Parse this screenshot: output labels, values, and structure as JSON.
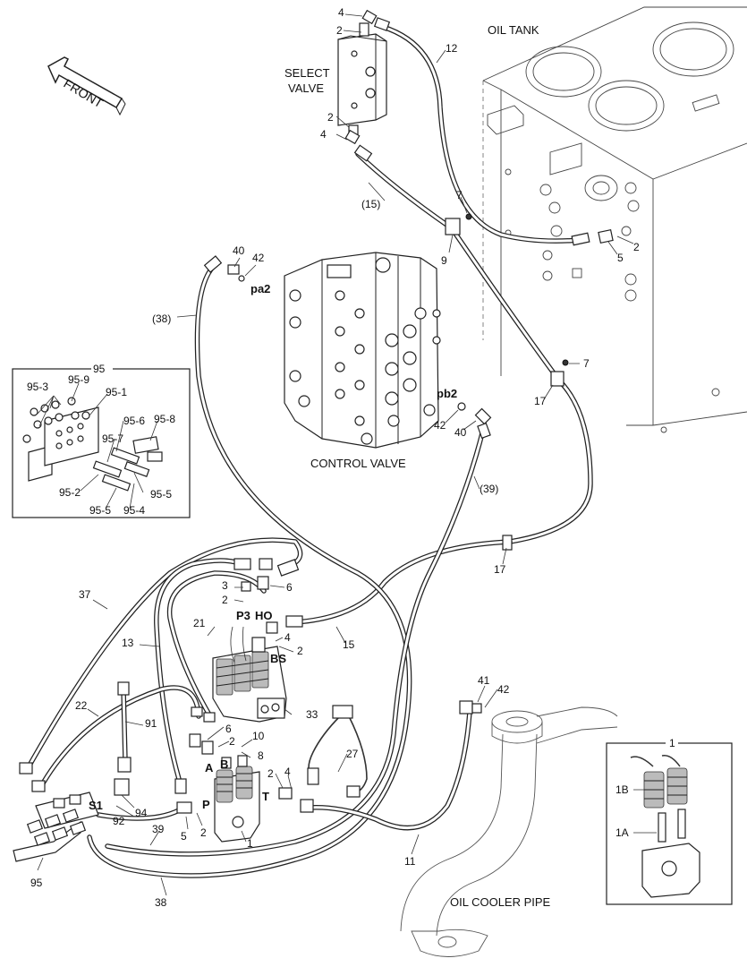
{
  "title_labels": {
    "oil_tank": "OIL TANK",
    "select_valve_line1": "SELECT",
    "select_valve_line2": "VALVE",
    "control_valve": "CONTROL VALVE",
    "oil_cooler_pipe": "OIL COOLER PIPE",
    "front": "FRONT"
  },
  "port_labels": {
    "pa2": "pa2",
    "pb2": "pb2",
    "p3": "P3",
    "ho": "HO",
    "bs": "BS",
    "a": "A",
    "b": "B",
    "p": "P",
    "t": "T",
    "s1": "S1"
  },
  "callouts": {
    "c4_top": "4",
    "c2_top": "2",
    "c12": "12",
    "c2_mid": "2",
    "c4_mid": "4",
    "c15_paren": "(15)",
    "c7_top": "7",
    "c9": "9",
    "c2_tank": "2",
    "c5_tank": "5",
    "c40_left": "40",
    "c42_left": "42",
    "c38_paren": "(38)",
    "c7_right": "7",
    "c17_top": "17",
    "c42_right": "42",
    "c40_right": "40",
    "c39_paren": "(39)",
    "c17_mid": "17",
    "c3": "3",
    "c2_p3": "2",
    "c6_top": "6",
    "c21": "21",
    "c4_ho": "4",
    "c2_ho": "2",
    "c15": "15",
    "c13": "13",
    "c37": "37",
    "c22": "22",
    "c91": "91",
    "c33": "33",
    "c6_mid": "6",
    "c2_ab": "2",
    "c8": "8",
    "c10": "10",
    "c27": "27",
    "c41": "41",
    "c42_bottom": "42",
    "c2_t": "2",
    "c4_t": "4",
    "c92": "92",
    "c94": "94",
    "c39": "39",
    "c5_bottom": "5",
    "c2_bottom": "2",
    "c1": "1",
    "c11": "11",
    "c95_bottom": "95",
    "c38": "38"
  },
  "inset_95": {
    "title": "95",
    "labels": {
      "k95_3": "95-3",
      "k95_9": "95-9",
      "k95_1": "95-1",
      "k95_6": "95-6",
      "k95_8": "95-8",
      "k95_7": "95-7",
      "k95_2": "95-2",
      "k95_5a": "95-5",
      "k95_5b": "95-5",
      "k95_4": "95-4"
    }
  },
  "inset_1": {
    "title": "1",
    "labels": {
      "k1b": "1B",
      "k1a": "1A"
    }
  }
}
